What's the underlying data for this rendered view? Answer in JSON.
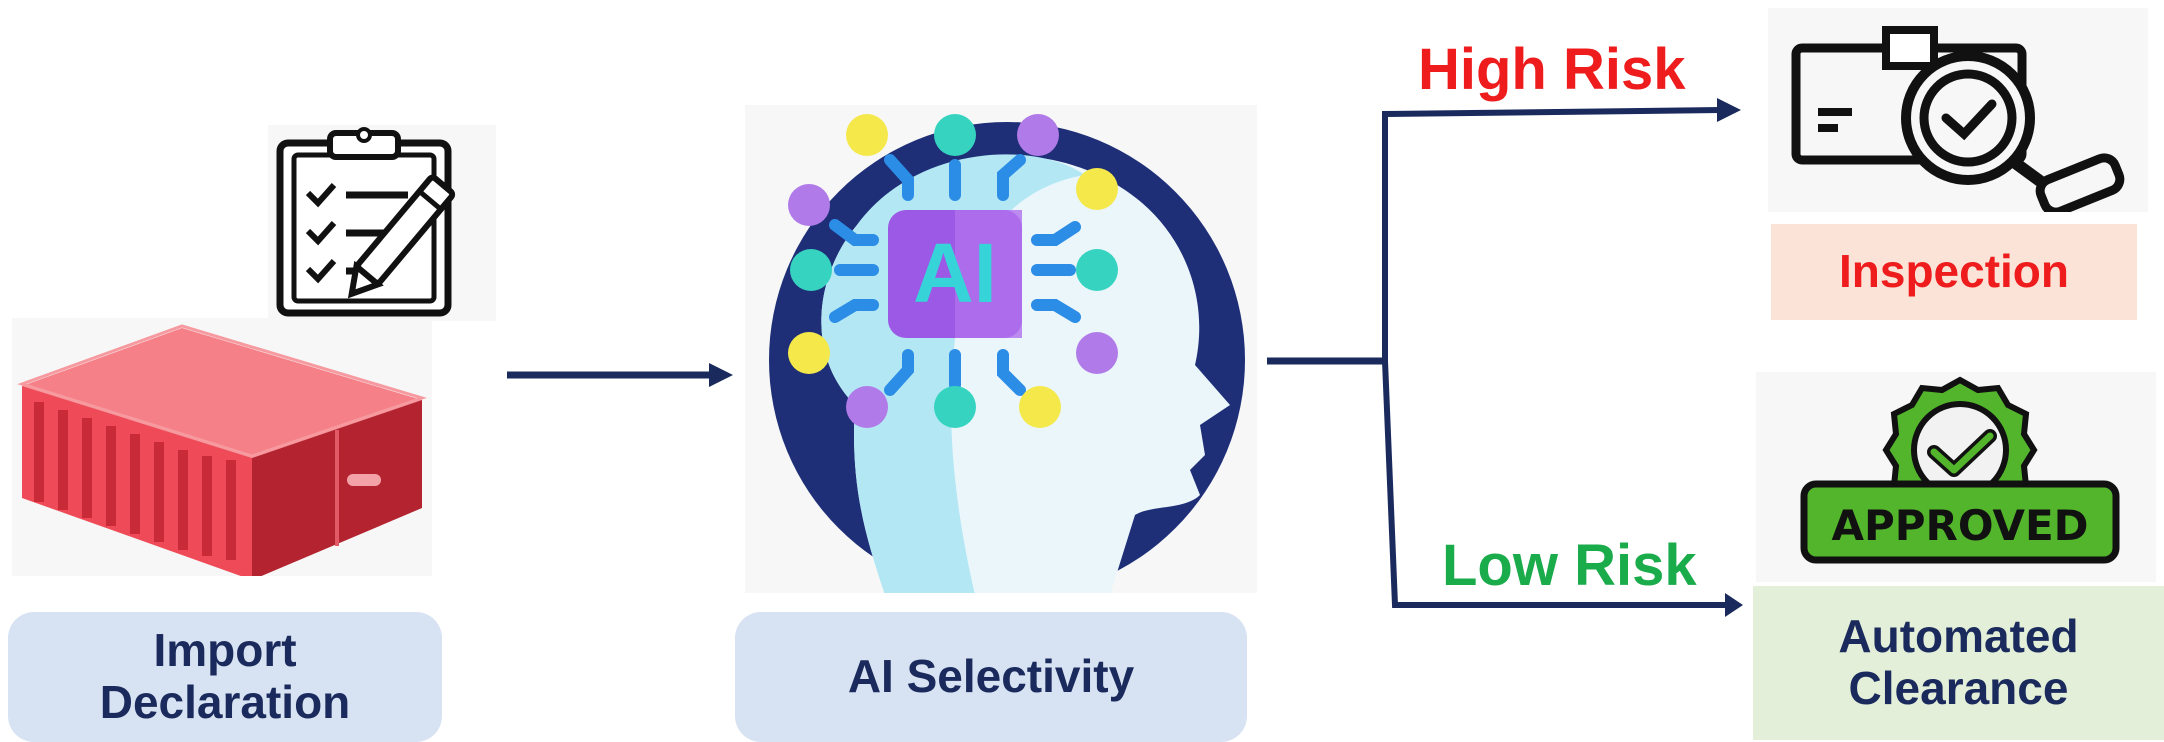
{
  "labels": {
    "import_line1": "Import",
    "import_line2": "Declaration",
    "ai_selectivity": "AI Selectivity",
    "high_risk": "High Risk",
    "low_risk": "Low Risk",
    "inspection": "Inspection",
    "automated_line1": "Automated",
    "automated_line2": "Clearance",
    "ai_chip": "AI",
    "approved_stamp": "APPROVED"
  },
  "colors": {
    "navy": "#1b2a5c",
    "high_risk": "#ee1c1c",
    "low_risk": "#1aab4b",
    "label_box_blue": "#d7e2f2",
    "inspection_box": "#fbe3d8",
    "clearance_box": "#e3efd8",
    "container_red": "#f05a66"
  },
  "icons": {
    "checklist": "clipboard-checklist-icon",
    "container": "shipping-container-icon",
    "ai_head": "ai-brain-head-icon",
    "inspection": "package-magnifier-icon",
    "approved": "approved-badge-icon"
  }
}
